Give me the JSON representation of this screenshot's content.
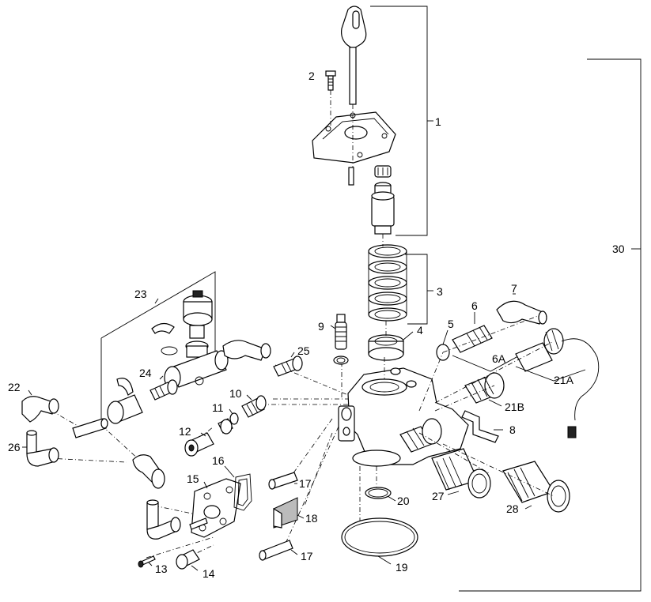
{
  "labels": {
    "p1": "1",
    "p2": "2",
    "p3": "3",
    "p4": "4",
    "p5": "5",
    "p6": "6",
    "p6a": "6A",
    "p7": "7",
    "p8": "8",
    "p9": "9",
    "p10": "10",
    "p11": "11",
    "p12": "12",
    "p13": "13",
    "p14": "14",
    "p15": "15",
    "p16": "16",
    "p17a": "17",
    "p17b": "17",
    "p18": "18",
    "p19": "19",
    "p20": "20",
    "p21a": "21A",
    "p21b": "21B",
    "p22": "22",
    "p23": "23",
    "p24": "24",
    "p25": "25",
    "p26": "26",
    "p27": "27",
    "p28": "28",
    "p30": "30"
  },
  "colors": {
    "line": "#000000",
    "background": "#ffffff",
    "shade": "#bbbbbb"
  }
}
